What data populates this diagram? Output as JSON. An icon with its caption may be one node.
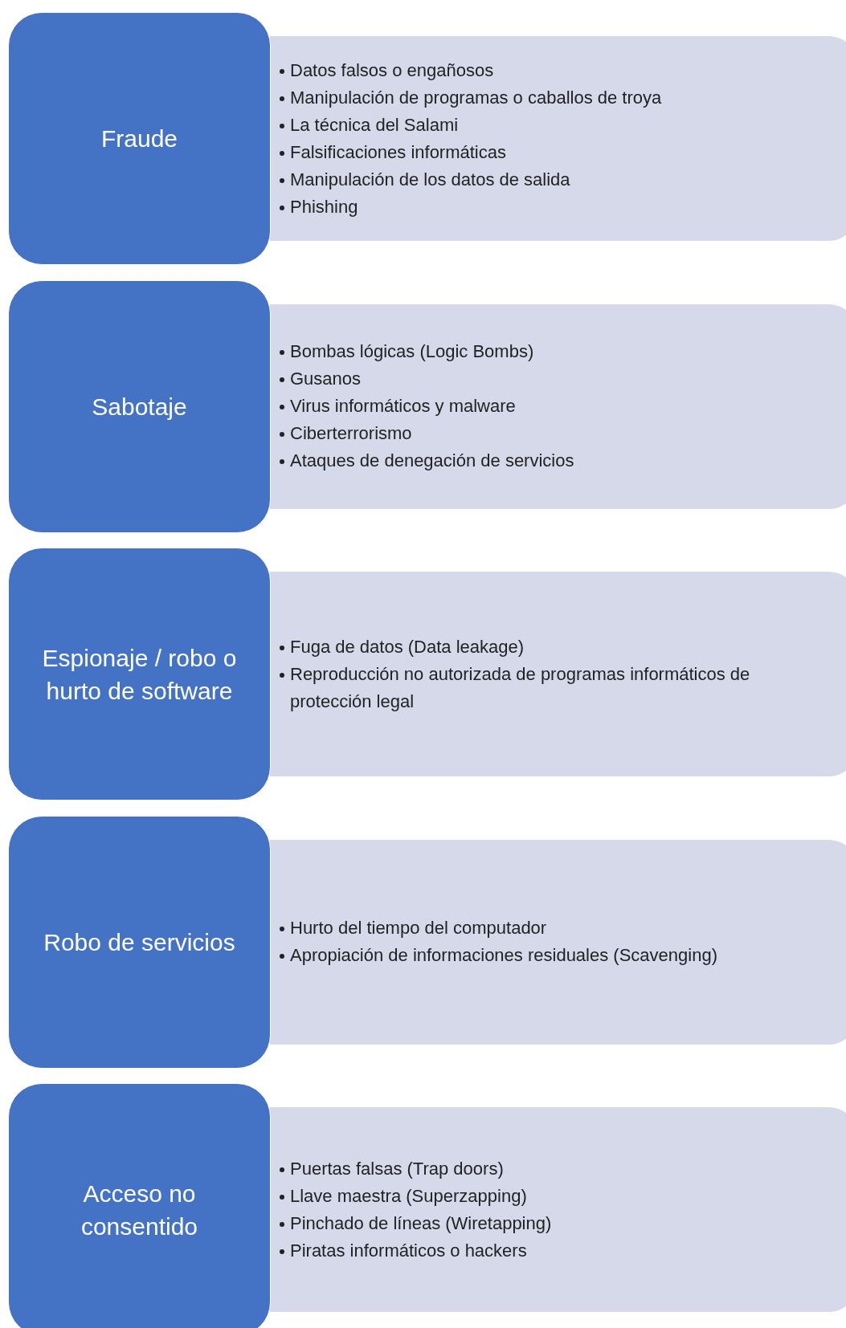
{
  "diagram": {
    "nodes": [
      {
        "text": [
          "Fraude"
        ]
      },
      {
        "text": [
          "Datos falsos o engañosos",
          "Manipulación de programas o caballos de troya",
          "La técnica del Salami",
          "Falsificaciones informáticas",
          "Manipulación de los datos de salida",
          "Phishing"
        ]
      },
      {
        "text": [
          "Sabotaje"
        ]
      },
      {
        "text": [
          "Bombas lógicas (Logic Bombs)",
          "Gusanos",
          "Virus informáticos y malware",
          "Ciberterrorismo",
          "Ataques de denegación de servicios"
        ]
      },
      {
        "text": [
          "Espionaje / robo o hurto de software"
        ]
      },
      {
        "text": [
          "Fuga de datos (Data leakage)",
          "Reproducción no autorizada de programas informáticos de protección legal"
        ]
      },
      {
        "text": [
          "Robo de servicios"
        ]
      },
      {
        "text": [
          "Hurto del tiempo del computador",
          "Apropiación de informaciones residuales (Scavenging)"
        ]
      },
      {
        "text": [
          "Acceso no consentido"
        ]
      },
      {
        "text": [
          "Puertas falsas (Trap doors)",
          "Llave maestra (Superzapping)",
          "Pinchado de líneas (Wiretapping)",
          "Piratas informáticos o hackers"
        ]
      }
    ]
  }
}
